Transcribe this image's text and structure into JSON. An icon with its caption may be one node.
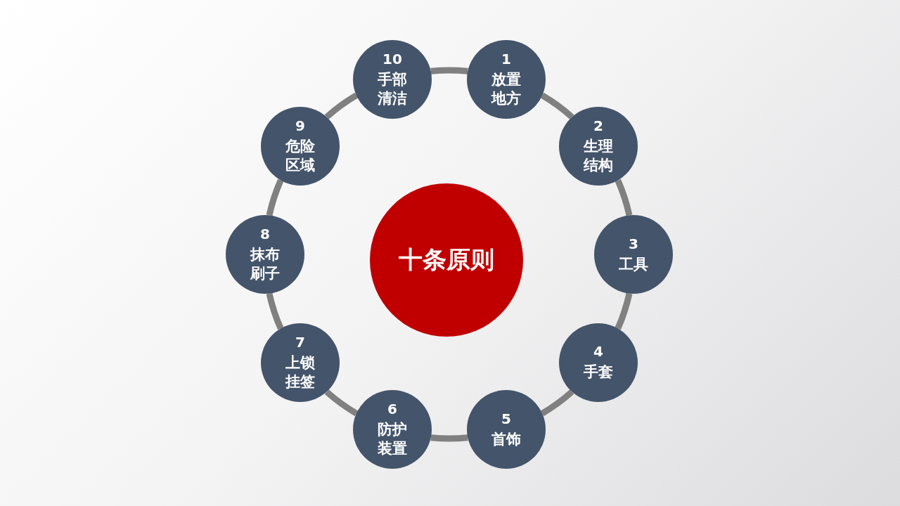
{
  "diagram": {
    "nodes": [
      {
        "text": [
          "十条原则"
        ]
      },
      {
        "text": [
          "1",
          "放置地方"
        ]
      },
      {
        "text": [
          "2",
          "生理结构"
        ]
      },
      {
        "text": [
          "3",
          "工具"
        ]
      },
      {
        "text": [
          "4",
          "手套"
        ]
      },
      {
        "text": [
          "5",
          "首饰"
        ]
      },
      {
        "text": [
          "6",
          "防护装置"
        ]
      },
      {
        "text": [
          "7",
          "上锁挂签"
        ]
      },
      {
        "text": [
          "8",
          "抹布刷子"
        ]
      },
      {
        "text": [
          "9",
          "危险区域"
        ]
      },
      {
        "text": [
          "10",
          "手部清洁"
        ]
      }
    ],
    "edges": [
      {
        "from": 1,
        "to": 2,
        "arrow": "none"
      },
      {
        "from": 2,
        "to": 3,
        "arrow": "none"
      },
      {
        "from": 3,
        "to": 4,
        "arrow": "none"
      },
      {
        "from": 4,
        "to": 5,
        "arrow": "none"
      },
      {
        "from": 5,
        "to": 6,
        "arrow": "none"
      },
      {
        "from": 6,
        "to": 7,
        "arrow": "none"
      },
      {
        "from": 7,
        "to": 8,
        "arrow": "none"
      },
      {
        "from": 8,
        "to": 9,
        "arrow": "none"
      },
      {
        "from": 9,
        "to": 10,
        "arrow": "none"
      },
      {
        "from": 10,
        "to": 1,
        "arrow": "none"
      }
    ]
  }
}
